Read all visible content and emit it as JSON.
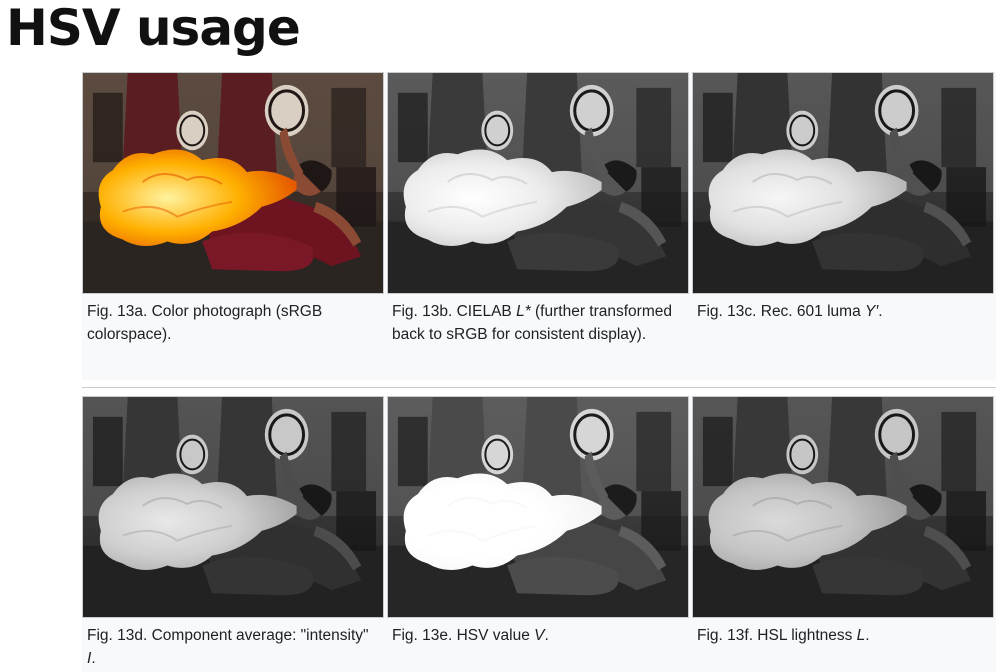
{
  "title": "HSV usage",
  "figures": [
    {
      "caption_pre": "Fig. 13a. Color photograph (sRGB colorspace).",
      "caption_var": "",
      "caption_post": "",
      "mode": "color"
    },
    {
      "caption_pre": "Fig. 13b. CIELAB ",
      "caption_var": "L*",
      "caption_post": " (further transformed back to sRGB for consistent display).",
      "mode": "lab"
    },
    {
      "caption_pre": "Fig. 13c. Rec. 601 luma ",
      "caption_var": "Y′",
      "caption_post": ".",
      "mode": "luma"
    },
    {
      "caption_pre": "Fig. 13d. Component average: \"intensity\" ",
      "caption_var": "I",
      "caption_post": ".",
      "mode": "intensity"
    },
    {
      "caption_pre": "Fig. 13e. HSV value ",
      "caption_var": "V",
      "caption_post": ".",
      "mode": "value"
    },
    {
      "caption_pre": "Fig. 13f. HSL lightness ",
      "caption_var": "L",
      "caption_post": ".",
      "mode": "lightness"
    }
  ]
}
